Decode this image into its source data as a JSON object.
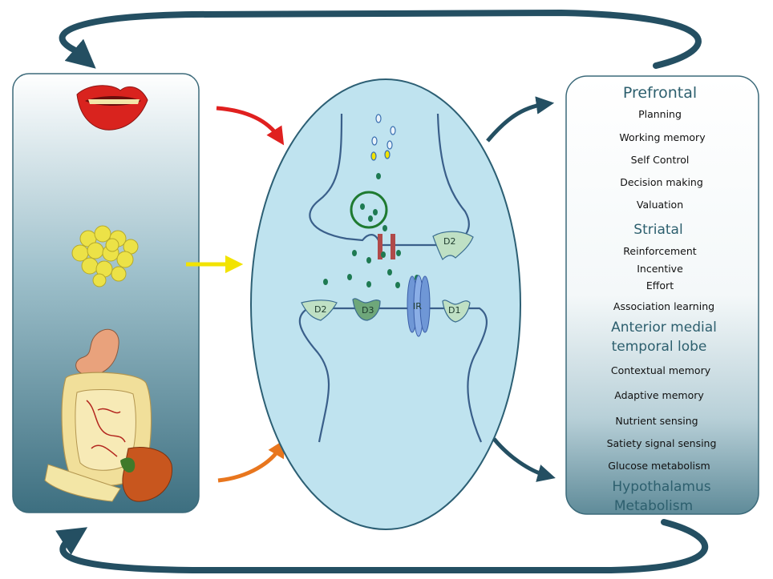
{
  "right_panel": {
    "sections": [
      {
        "title": "Prefrontal",
        "items": [
          "Planning",
          "Working memory",
          "Self Control",
          "Decision making",
          "Valuation"
        ]
      },
      {
        "title": "Striatal",
        "items": [
          "Reinforcement",
          "Incentive",
          "Effort",
          "Association learning"
        ]
      },
      {
        "title_lines": [
          "Anterior medial",
          "temporal lobe"
        ],
        "items": [
          "Contextual memory",
          "Adaptive memory",
          "Nutrient sensing",
          "Satiety signal sensing",
          "Glucose metabolism"
        ]
      },
      {
        "title_lines": [
          "Hypothalamus",
          "Metabolism"
        ]
      }
    ]
  },
  "synapse": {
    "receptors": {
      "d2_top": "D2",
      "d2_bottom": "D2",
      "d3": "D3",
      "ir": "IR",
      "d1": "D1"
    }
  },
  "left_panel": {
    "icons": [
      "mouth-icon",
      "fat-globules-icon",
      "digestive-organs-icon"
    ]
  },
  "colors": {
    "arrow_red": "#e0201f",
    "arrow_yellow": "#f2e300",
    "arrow_orange": "#e8761e",
    "arrow_dark": "#244f62",
    "synapse_fill": "#bfe3ef",
    "vesicle_green": "#1e7a52"
  }
}
